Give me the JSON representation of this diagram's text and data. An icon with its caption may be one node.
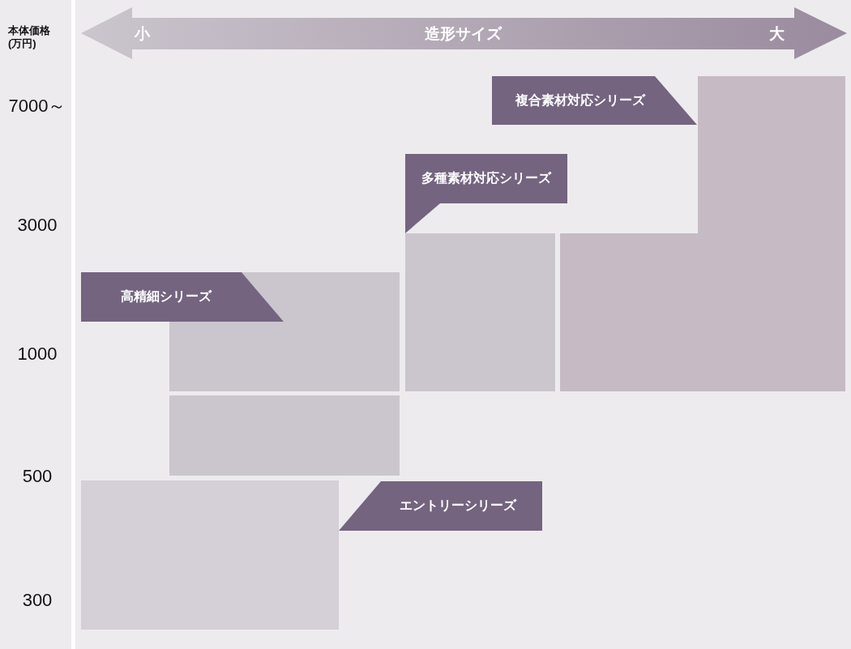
{
  "diagram": {
    "nodes": [
      {
        "text": [
          "小",
          "造形サイズ",
          "大"
        ]
      },
      {
        "text": [
          "複合素材対応シリーズ"
        ]
      },
      {
        "text": [
          "多種素材対応シリーズ"
        ]
      },
      {
        "text": [
          "高精細シリーズ"
        ]
      },
      {
        "text": [
          "エントリーシリーズ"
        ]
      },
      {
        "text": [],
        "shape": "box"
      },
      {
        "text": [],
        "shape": "box"
      },
      {
        "text": [],
        "shape": "box"
      },
      {
        "text": [],
        "shape": "box"
      },
      {
        "text": [],
        "shape": "box"
      }
    ],
    "edges": [],
    "labels": [
      "本体価格(万円)",
      "7000～",
      "3000",
      "1000",
      "500",
      "300"
    ]
  }
}
